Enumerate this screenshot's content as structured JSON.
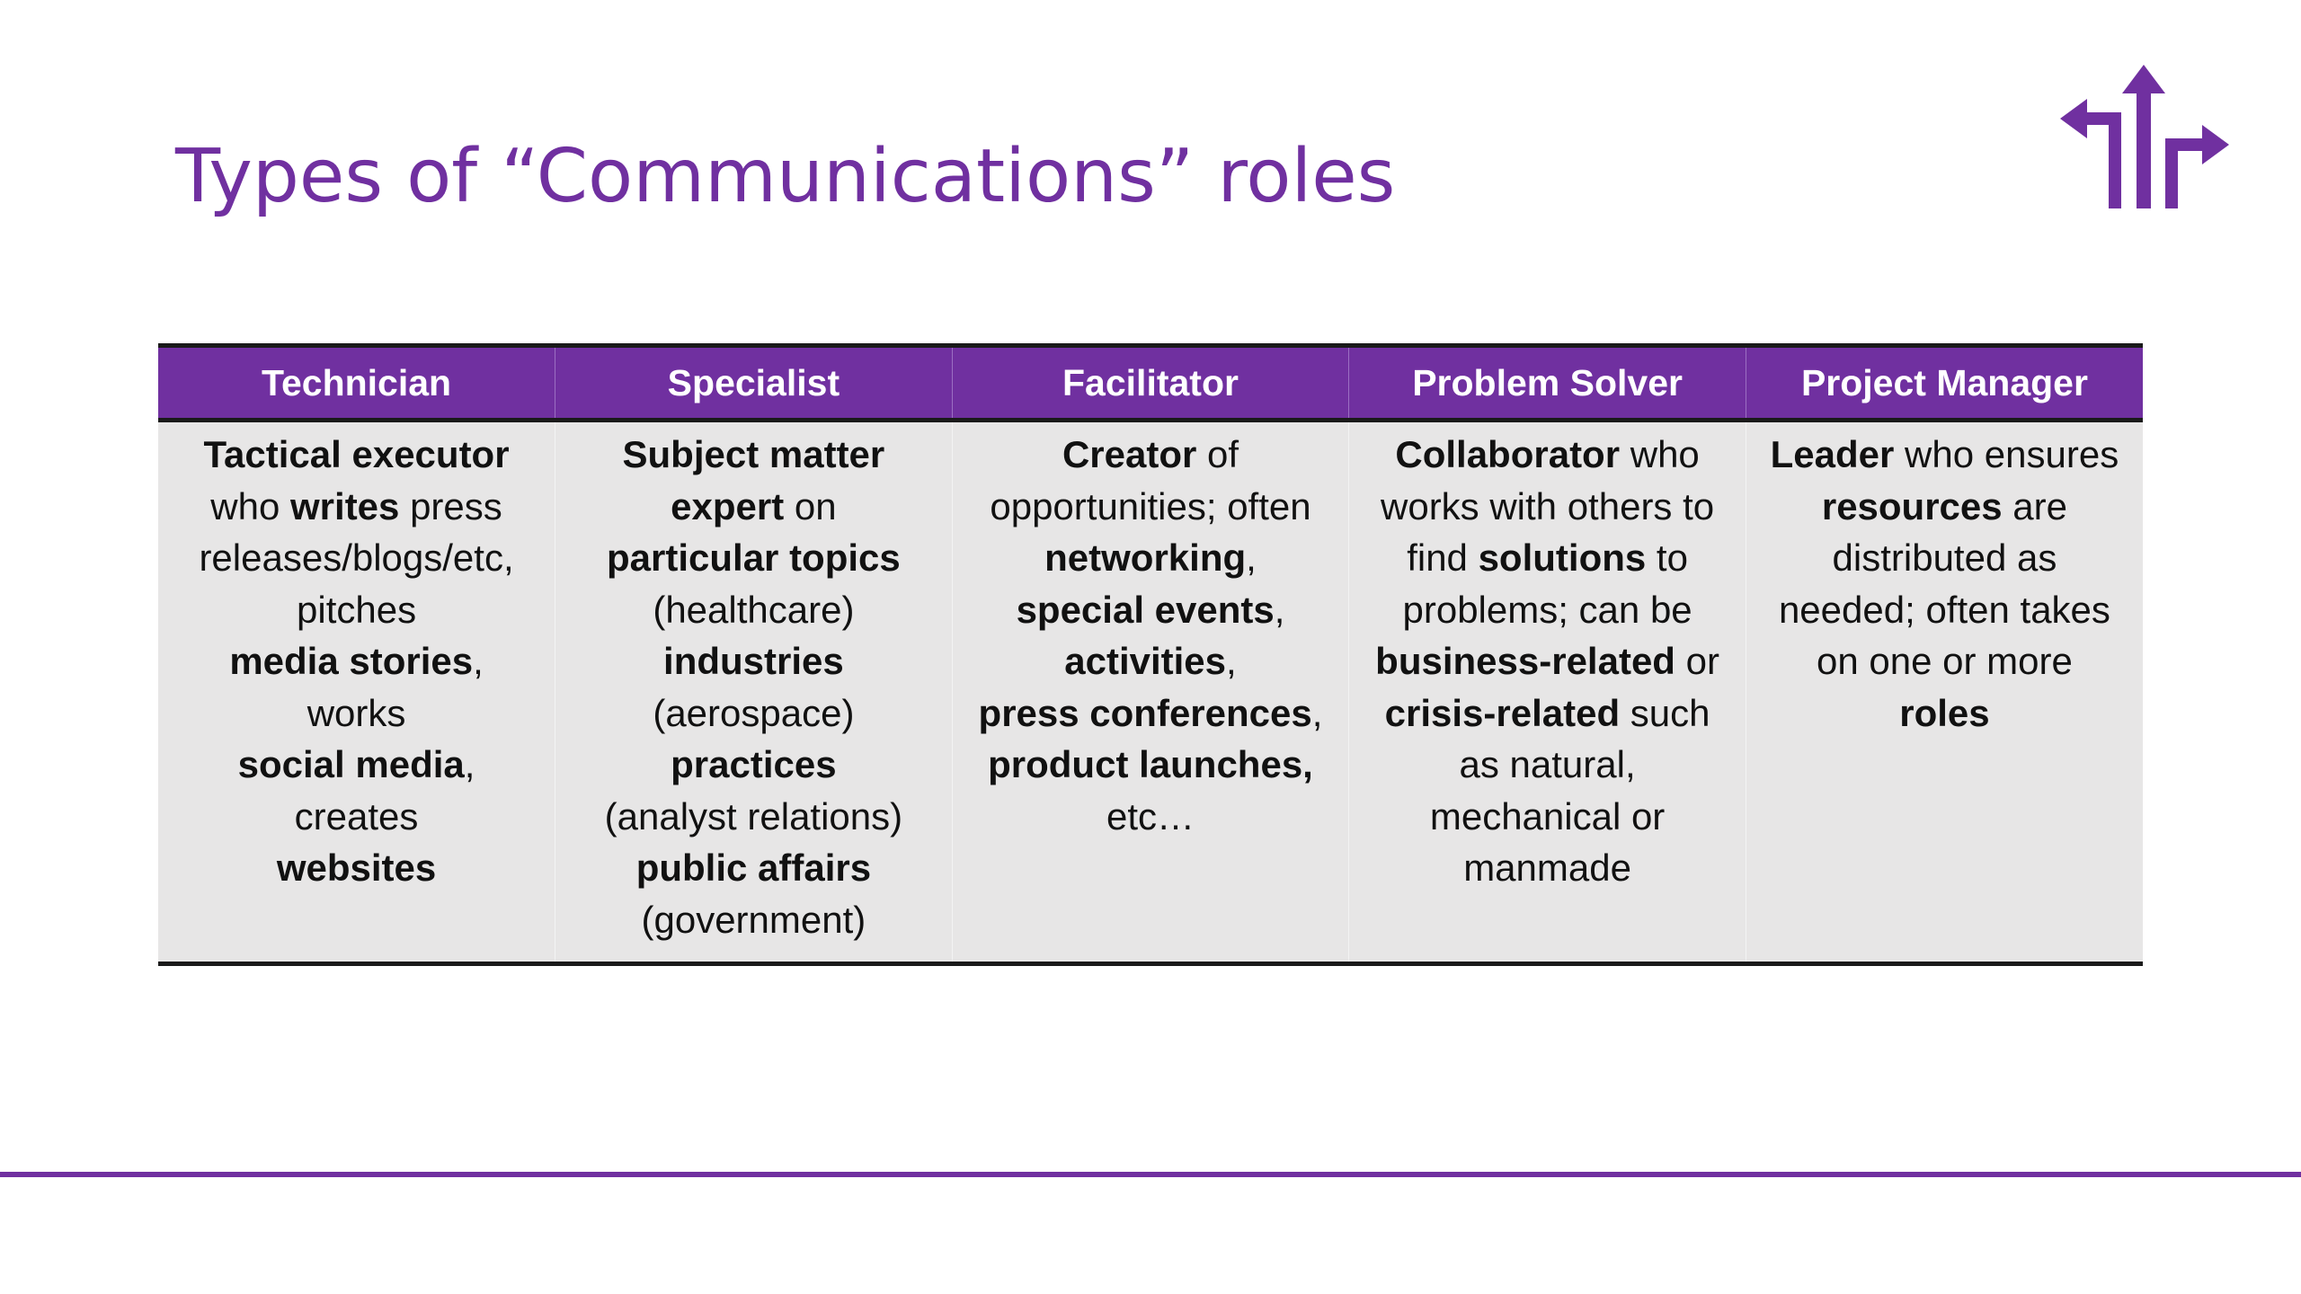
{
  "slide": {
    "title": "Types of “Communications” roles"
  },
  "logo": {
    "icon": "split-arrows-icon",
    "color": "#7030a0"
  },
  "colors": {
    "accent": "#7030a0",
    "cell_background": "#e7e6e6",
    "header_text": "#ffffff"
  },
  "table": {
    "headers": [
      "Technician",
      "Specialist",
      "Facilitator",
      "Problem Solver",
      "Project Manager"
    ],
    "columns": [
      {
        "lines": [
          [
            {
              "t": "Tactical executor",
              "b": true
            }
          ],
          [
            {
              "t": "who ",
              "b": false
            },
            {
              "t": "writes",
              "b": true
            },
            {
              "t": " press",
              "b": false
            }
          ],
          [
            {
              "t": "releases/blogs/etc,",
              "b": false
            }
          ],
          [
            {
              "t": "pitches",
              "b": false
            }
          ],
          [
            {
              "t": "media stories",
              "b": true
            },
            {
              "t": ",",
              "b": false
            }
          ],
          [
            {
              "t": "works",
              "b": false
            }
          ],
          [
            {
              "t": "social media",
              "b": true
            },
            {
              "t": ",",
              "b": false
            }
          ],
          [
            {
              "t": "creates",
              "b": false
            }
          ],
          [
            {
              "t": "websites",
              "b": true
            }
          ]
        ]
      },
      {
        "lines": [
          [
            {
              "t": "Subject matter",
              "b": true
            }
          ],
          [
            {
              "t": "expert",
              "b": true
            },
            {
              "t": " on",
              "b": false
            }
          ],
          [
            {
              "t": "particular topics",
              "b": true
            }
          ],
          [
            {
              "t": "(healthcare)",
              "b": false
            }
          ],
          [
            {
              "t": "industries",
              "b": true
            }
          ],
          [
            {
              "t": "(aerospace)",
              "b": false
            }
          ],
          [
            {
              "t": "practices",
              "b": true
            }
          ],
          [
            {
              "t": "(analyst relations)",
              "b": false
            }
          ],
          [
            {
              "t": "public affairs",
              "b": true
            }
          ],
          [
            {
              "t": "(government)",
              "b": false
            }
          ]
        ]
      },
      {
        "lines": [
          [
            {
              "t": "Creator",
              "b": true
            },
            {
              "t": " of",
              "b": false
            }
          ],
          [
            {
              "t": "opportunities; often",
              "b": false
            }
          ],
          [
            {
              "t": "networking",
              "b": true
            },
            {
              "t": ",",
              "b": false
            }
          ],
          [
            {
              "t": "special events",
              "b": true
            },
            {
              "t": ",",
              "b": false
            }
          ],
          [
            {
              "t": "activities",
              "b": true
            },
            {
              "t": ",",
              "b": false
            }
          ],
          [
            {
              "t": "press conferences",
              "b": true
            },
            {
              "t": ",",
              "b": false
            }
          ],
          [
            {
              "t": "product launches,",
              "b": true
            }
          ],
          [
            {
              "t": "etc…",
              "b": false
            }
          ]
        ]
      },
      {
        "lines": [
          [
            {
              "t": "Collaborator",
              "b": true
            },
            {
              "t": " who",
              "b": false
            }
          ],
          [
            {
              "t": "works with others to",
              "b": false
            }
          ],
          [
            {
              "t": "find ",
              "b": false
            },
            {
              "t": "solutions",
              "b": true
            },
            {
              "t": " to",
              "b": false
            }
          ],
          [
            {
              "t": "problems; can be",
              "b": false
            }
          ],
          [
            {
              "t": "business-related",
              "b": true
            },
            {
              "t": " or",
              "b": false
            }
          ],
          [
            {
              "t": "crisis-related",
              "b": true
            },
            {
              "t": " such",
              "b": false
            }
          ],
          [
            {
              "t": "as natural,",
              "b": false
            }
          ],
          [
            {
              "t": "mechanical or",
              "b": false
            }
          ],
          [
            {
              "t": "manmade",
              "b": false
            }
          ]
        ]
      },
      {
        "lines": [
          [
            {
              "t": "Leader",
              "b": true
            },
            {
              "t": " who ensures",
              "b": false
            }
          ],
          [
            {
              "t": "resources",
              "b": true
            },
            {
              "t": " are",
              "b": false
            }
          ],
          [
            {
              "t": "distributed as",
              "b": false
            }
          ],
          [
            {
              "t": "needed; often takes",
              "b": false
            }
          ],
          [
            {
              "t": "on one or more",
              "b": false
            }
          ],
          [
            {
              "t": "roles",
              "b": true
            }
          ]
        ]
      }
    ]
  }
}
